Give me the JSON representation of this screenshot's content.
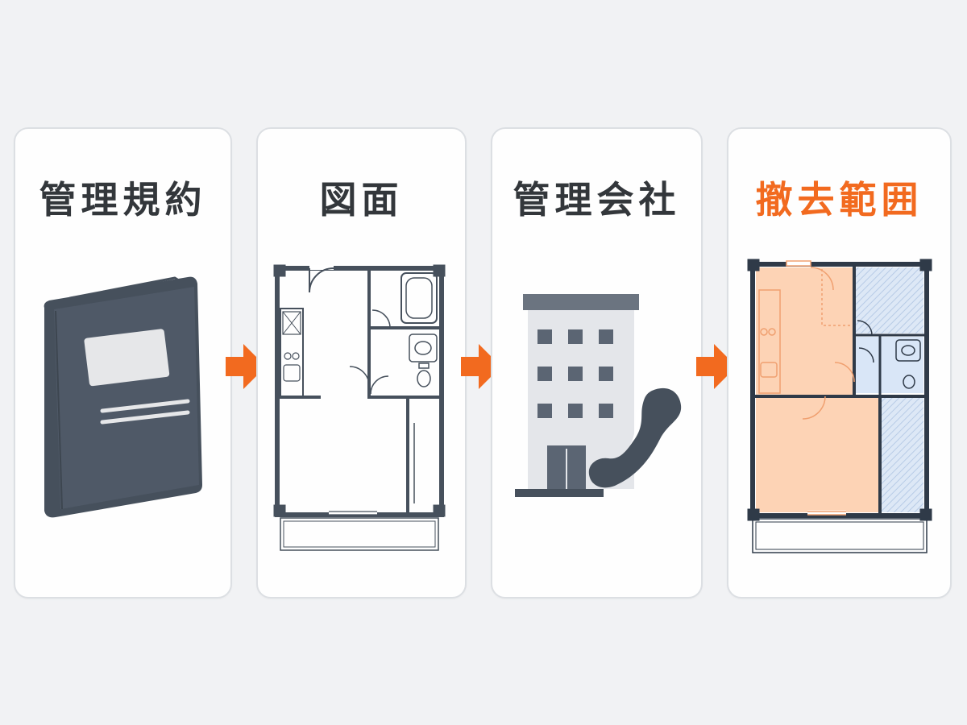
{
  "colors": {
    "accent": "#f26a1f",
    "dark": "#46505c",
    "highlight": "#fdd3b5",
    "wet_area": "#d9e6f7"
  },
  "steps": [
    {
      "title": "管理規約",
      "icon": "rulebook-icon"
    },
    {
      "title": "図面",
      "icon": "floor-plan-icon"
    },
    {
      "title": "管理会社",
      "icon": "management-company-icon"
    },
    {
      "title": "撤去範囲",
      "icon": "removal-area-plan-icon",
      "highlighted": true
    }
  ],
  "arrows": [
    "arrow-right-icon",
    "arrow-right-icon",
    "arrow-right-icon"
  ]
}
